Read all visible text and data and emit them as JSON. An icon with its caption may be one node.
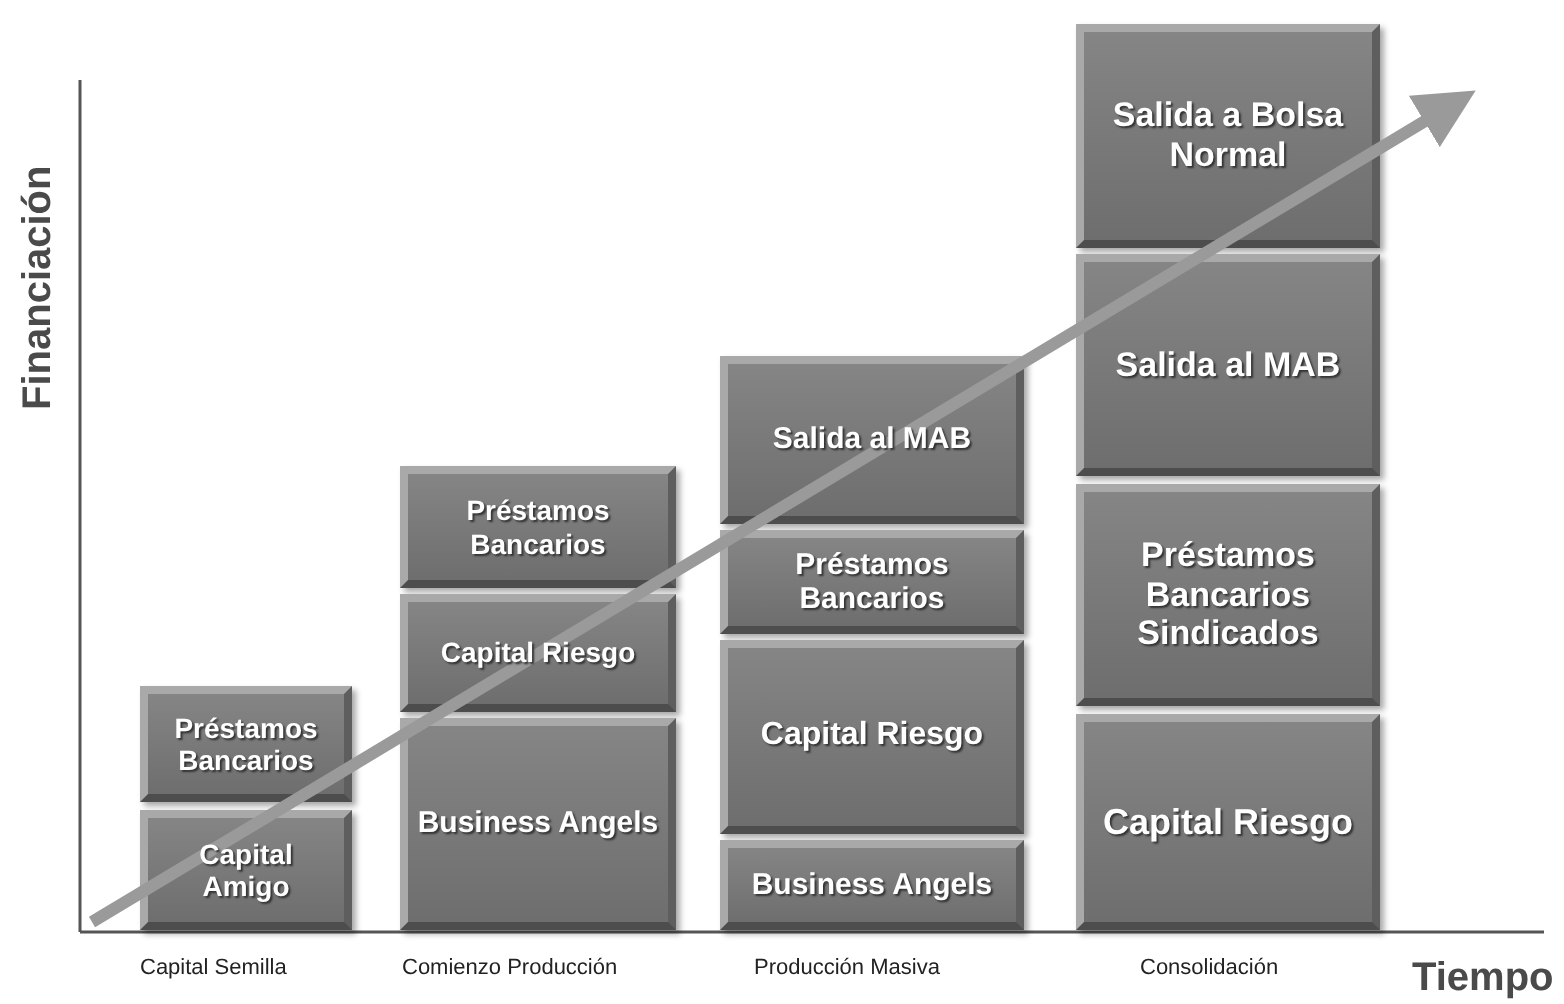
{
  "diagram": {
    "nodes": [
      {
        "text": [
          "Préstamos Bancarios"
        ]
      },
      {
        "text": [
          "Capital Amigo"
        ]
      },
      {
        "text": [
          "Préstamos Bancarios"
        ]
      },
      {
        "text": [
          "Capital Riesgo"
        ]
      },
      {
        "text": [
          "Business Angels"
        ]
      },
      {
        "text": [
          "Salida al MAB"
        ]
      },
      {
        "text": [
          "Préstamos Bancarios"
        ]
      },
      {
        "text": [
          "Capital Riesgo"
        ]
      },
      {
        "text": [
          "Business Angels"
        ]
      },
      {
        "text": [
          "Salida a Bolsa Normal"
        ]
      },
      {
        "text": [
          "Salida al MAB"
        ]
      },
      {
        "text": [
          "Préstamos Bancarios Sindicados"
        ]
      },
      {
        "text": [
          "Capital Riesgo"
        ]
      }
    ],
    "labels": [
      "Financiación",
      "Capital Semilla",
      "Comienzo Producción",
      "Producción Masiva",
      "Consolidación",
      "Tiempo"
    ]
  }
}
